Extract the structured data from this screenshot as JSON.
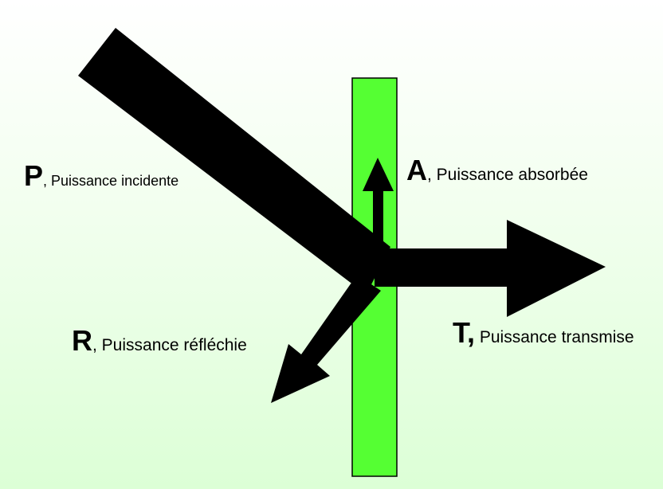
{
  "colors": {
    "slab": "#55ff33",
    "arrow": "#000000",
    "background_top": "#ffffff",
    "background_bottom": "#dcffd6"
  },
  "labels": {
    "incident": {
      "letter": "P",
      "text": ", Puissance incidente"
    },
    "absorbed": {
      "letter": "A",
      "text": ", Puissance absorbée"
    },
    "transmitted": {
      "letter": "T,",
      "text": " Puissance transmise"
    },
    "reflected": {
      "letter": "R",
      "text": ", Puissance réfléchie"
    }
  }
}
